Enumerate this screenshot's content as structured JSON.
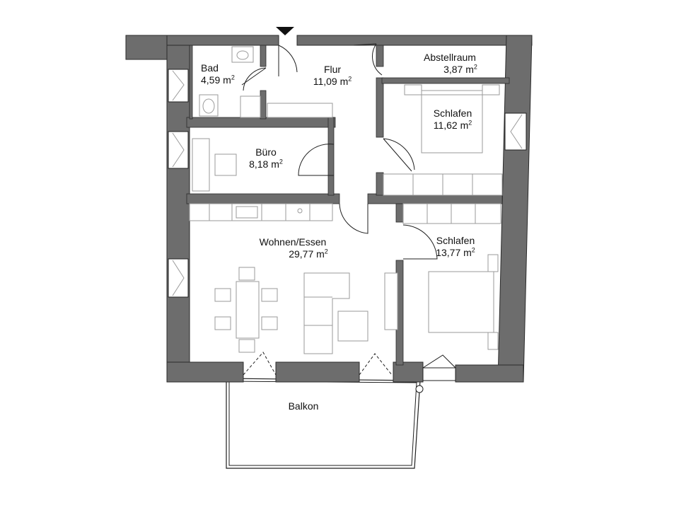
{
  "rooms": {
    "bad": {
      "name": "Bad",
      "area": "4,59 m",
      "unit_sup": "2"
    },
    "flur": {
      "name": "Flur",
      "area": "11,09 m",
      "unit_sup": "2"
    },
    "abstellraum": {
      "name": "Abstellraum",
      "area": "3,87 m",
      "unit_sup": "2"
    },
    "schlafen1": {
      "name": "Schlafen",
      "area": "11,62 m",
      "unit_sup": "2"
    },
    "buero": {
      "name": "Büro",
      "area": "8,18 m",
      "unit_sup": "2"
    },
    "wohnen": {
      "name": "Wohnen/Essen",
      "area": "29,77 m",
      "unit_sup": "2"
    },
    "schlafen2": {
      "name": "Schlafen",
      "area": "13,77 m",
      "unit_sup": "2"
    },
    "balkon": {
      "name": "Balkon"
    }
  },
  "colors": {
    "wall": "#6d6d6d",
    "line": "#1f1f1f",
    "furniture": "#9a9a9a"
  }
}
